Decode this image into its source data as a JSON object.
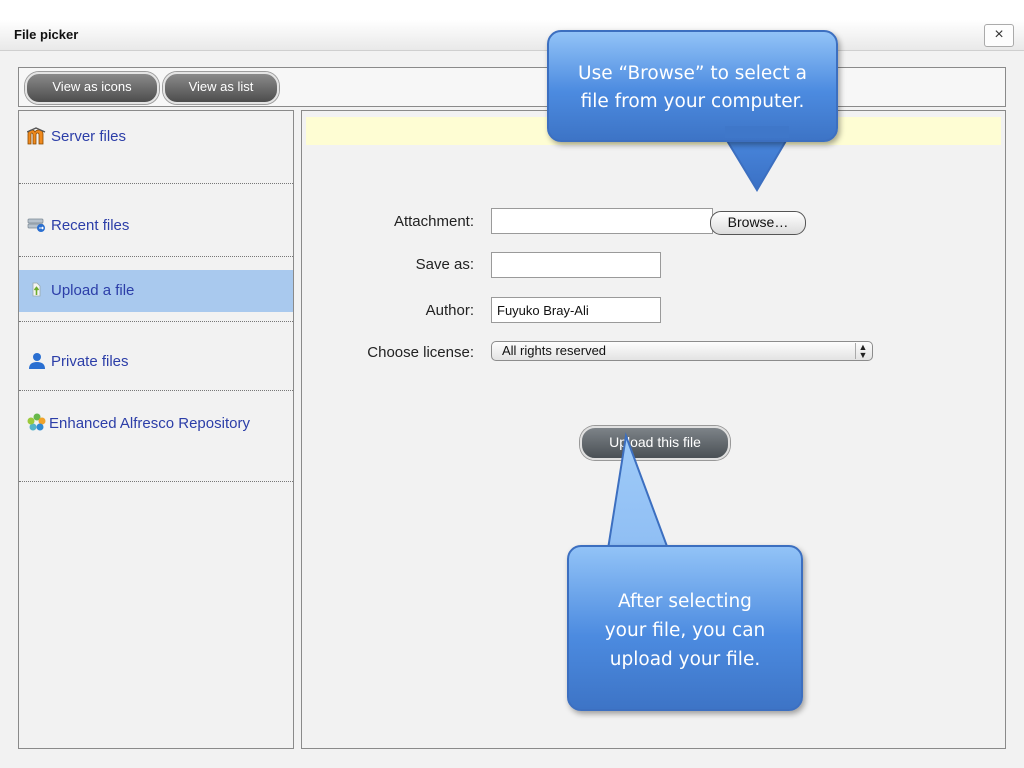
{
  "dialog": {
    "title": "File picker",
    "close_label": "×"
  },
  "toolbar": {
    "view_icons_label": "View as icons",
    "view_list_label": "View as list"
  },
  "sidebar": {
    "items": [
      {
        "label": "Server files",
        "icon": "moodle-icon",
        "selected": false
      },
      {
        "label": "Recent files",
        "icon": "recent-files-icon",
        "selected": false
      },
      {
        "label": "Upload a file",
        "icon": "upload-icon",
        "selected": true
      },
      {
        "label": "Private files",
        "icon": "user-icon",
        "selected": false
      },
      {
        "label": "Enhanced Alfresco Repository",
        "icon": "alfresco-icon",
        "selected": false
      }
    ],
    "selected_bg": "#a9c9ee",
    "link_color": "#2c3ea8"
  },
  "form": {
    "attachment_label": "Attachment:",
    "attachment_value": "",
    "browse_label": "Browse…",
    "save_as_label": "Save as:",
    "save_as_value": "",
    "author_label": "Author:",
    "author_value": "Fuyuko Bray-Ali",
    "license_label": "Choose license:",
    "license_value": "All rights reserved",
    "upload_label": "Upload this file",
    "message_bg": "#fefdd3"
  },
  "callouts": {
    "browse_hint": [
      "Use “Browse” to select a",
      "file from your computer."
    ],
    "upload_hint": [
      "After selecting",
      "your file, you can",
      "upload your file."
    ],
    "color": "#4c8be0"
  }
}
